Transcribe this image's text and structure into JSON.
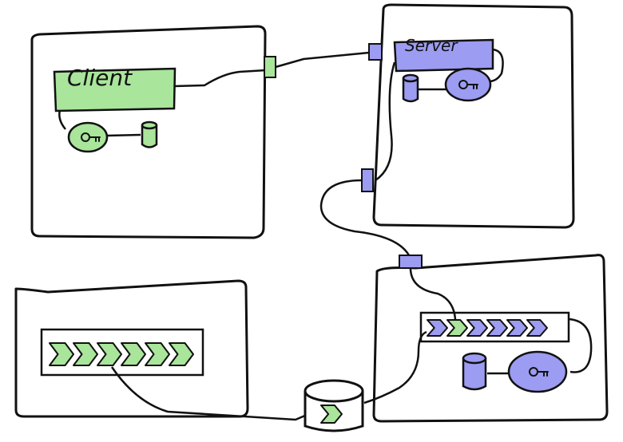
{
  "labels": {
    "client": "Client",
    "server": "Server"
  },
  "colors": {
    "client_green": "#a9e59b",
    "server_blue": "#9c9cf2",
    "ink": "#111111",
    "background": "#ffffff"
  },
  "icons": {
    "key": "key-icon",
    "database": "database-icon",
    "chevron": "chevron-icon"
  },
  "pipelines": {
    "left_green_chevrons": 6,
    "right_mixed_chevrons": [
      "blue",
      "green",
      "blue",
      "blue",
      "blue",
      "blue"
    ],
    "bottom_db_chevrons": 1
  }
}
